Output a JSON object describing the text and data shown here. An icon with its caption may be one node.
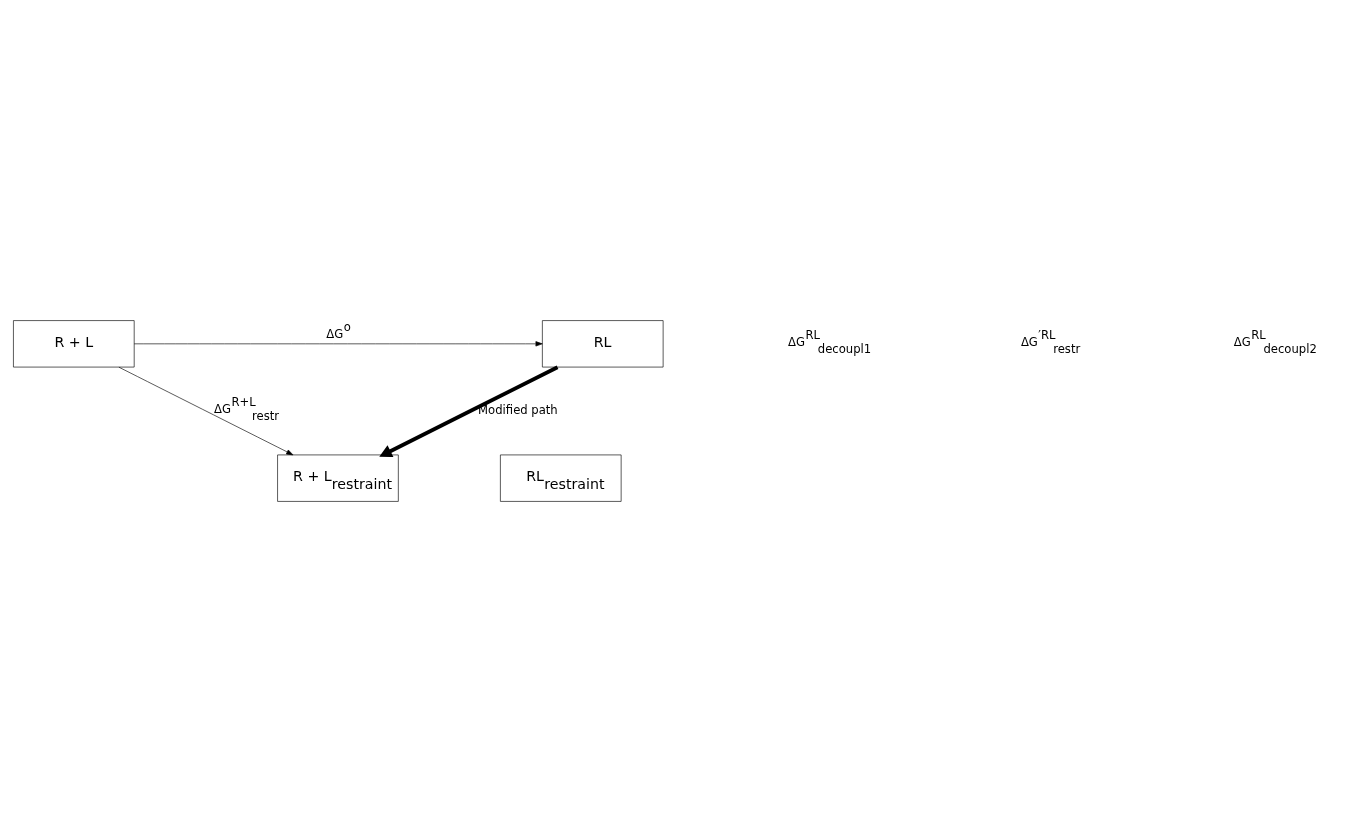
{
  "diagram": {
    "nodes": [
      {
        "text": [
          "R + L"
        ]
      },
      {
        "text": [
          "RL"
        ]
      },
      {
        "text": [
          "R + L$_{restraint}$"
        ]
      },
      {
        "text": [
          "RL$_{restraint}$"
        ]
      }
    ],
    "edges": [
      {
        "from": 0,
        "to": 1,
        "arrow": "to",
        "label": "ΔG$^{o}$"
      },
      {
        "from": 0,
        "to": 2,
        "arrow": "to",
        "label": "ΔG$^{R+L}$$_{restr}$"
      },
      {
        "from": 1,
        "to": 2,
        "arrow": "to",
        "style": "thick",
        "label": "Modified path"
      }
    ],
    "labels": [
      "ΔG$^{RL}$$_{decoupl1}$",
      "ΔG$^{′RL}$$_{restr}$",
      "ΔG$^{RL}$$_{decoupl2}$"
    ]
  }
}
